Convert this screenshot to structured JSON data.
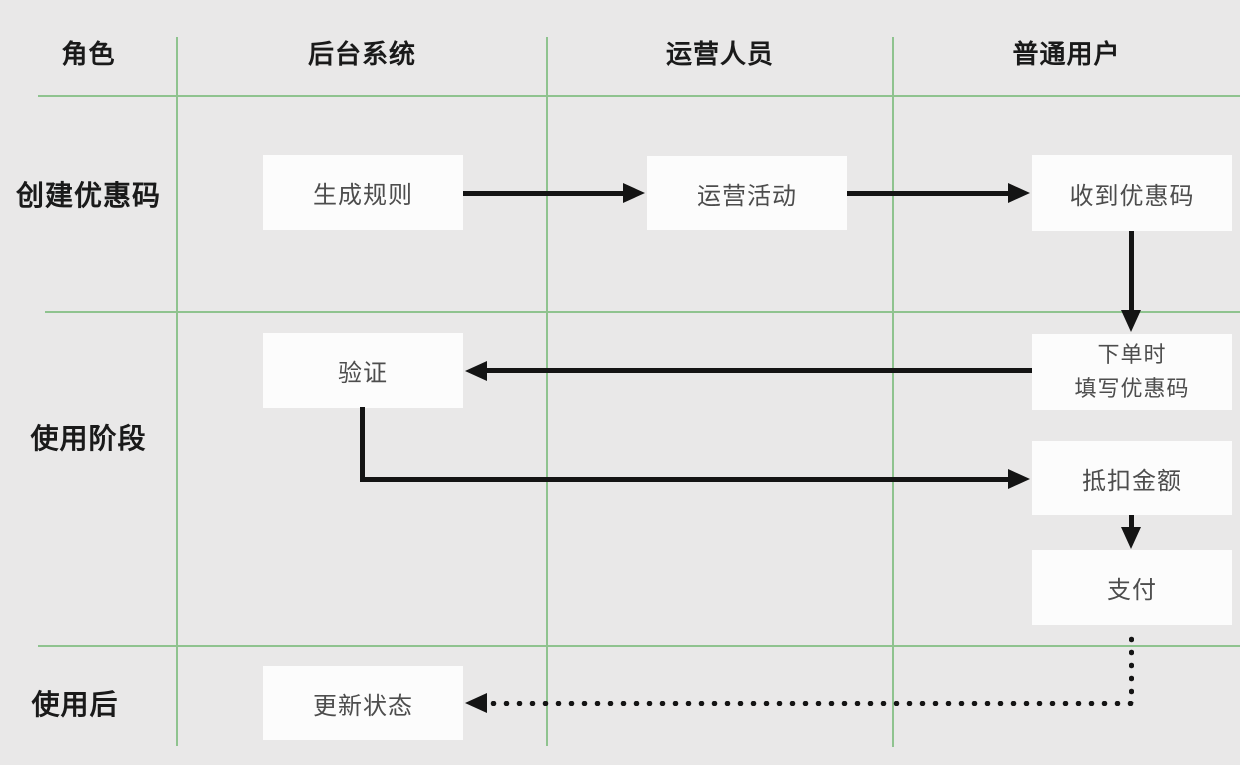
{
  "diagram": {
    "type": "swimlane-flowchart",
    "columns": [
      {
        "label": "角色"
      },
      {
        "label": "后台系统"
      },
      {
        "label": "运营人员"
      },
      {
        "label": "普通用户"
      }
    ],
    "rows": [
      {
        "label": "创建优惠码"
      },
      {
        "label": "使用阶段"
      },
      {
        "label": "使用后"
      }
    ],
    "nodes": {
      "generate_rules": {
        "label": "生成规则",
        "lane": "后台系统",
        "phase": "创建优惠码"
      },
      "operation_activity": {
        "label": "运营活动",
        "lane": "运营人员",
        "phase": "创建优惠码"
      },
      "receive_coupon": {
        "label": "收到优惠码",
        "lane": "普通用户",
        "phase": "创建优惠码"
      },
      "verify": {
        "label": "验证",
        "lane": "后台系统",
        "phase": "使用阶段"
      },
      "fill_coupon": {
        "line1": "下单时",
        "line2": "填写优惠码",
        "lane": "普通用户",
        "phase": "使用阶段"
      },
      "deduct_amount": {
        "label": "抵扣金额",
        "lane": "普通用户",
        "phase": "使用阶段"
      },
      "pay": {
        "label": "支付",
        "lane": "普通用户",
        "phase": "使用阶段"
      },
      "update_status": {
        "label": "更新状态",
        "lane": "后台系统",
        "phase": "使用后"
      }
    },
    "edges": [
      {
        "from": "generate_rules",
        "to": "operation_activity",
        "style": "solid"
      },
      {
        "from": "operation_activity",
        "to": "receive_coupon",
        "style": "solid"
      },
      {
        "from": "receive_coupon",
        "to": "fill_coupon",
        "style": "solid"
      },
      {
        "from": "fill_coupon",
        "to": "verify",
        "style": "solid"
      },
      {
        "from": "verify",
        "to": "deduct_amount",
        "style": "solid"
      },
      {
        "from": "deduct_amount",
        "to": "pay",
        "style": "solid"
      },
      {
        "from": "pay",
        "to": "update_status",
        "style": "dotted"
      }
    ],
    "colors": {
      "background": "#e9e8e8",
      "lane_line": "#8fc38f",
      "node_background": "#fcfcfc",
      "node_text": "#4d4d4d",
      "label_text": "#1a1a1a",
      "arrow": "#141414"
    }
  }
}
